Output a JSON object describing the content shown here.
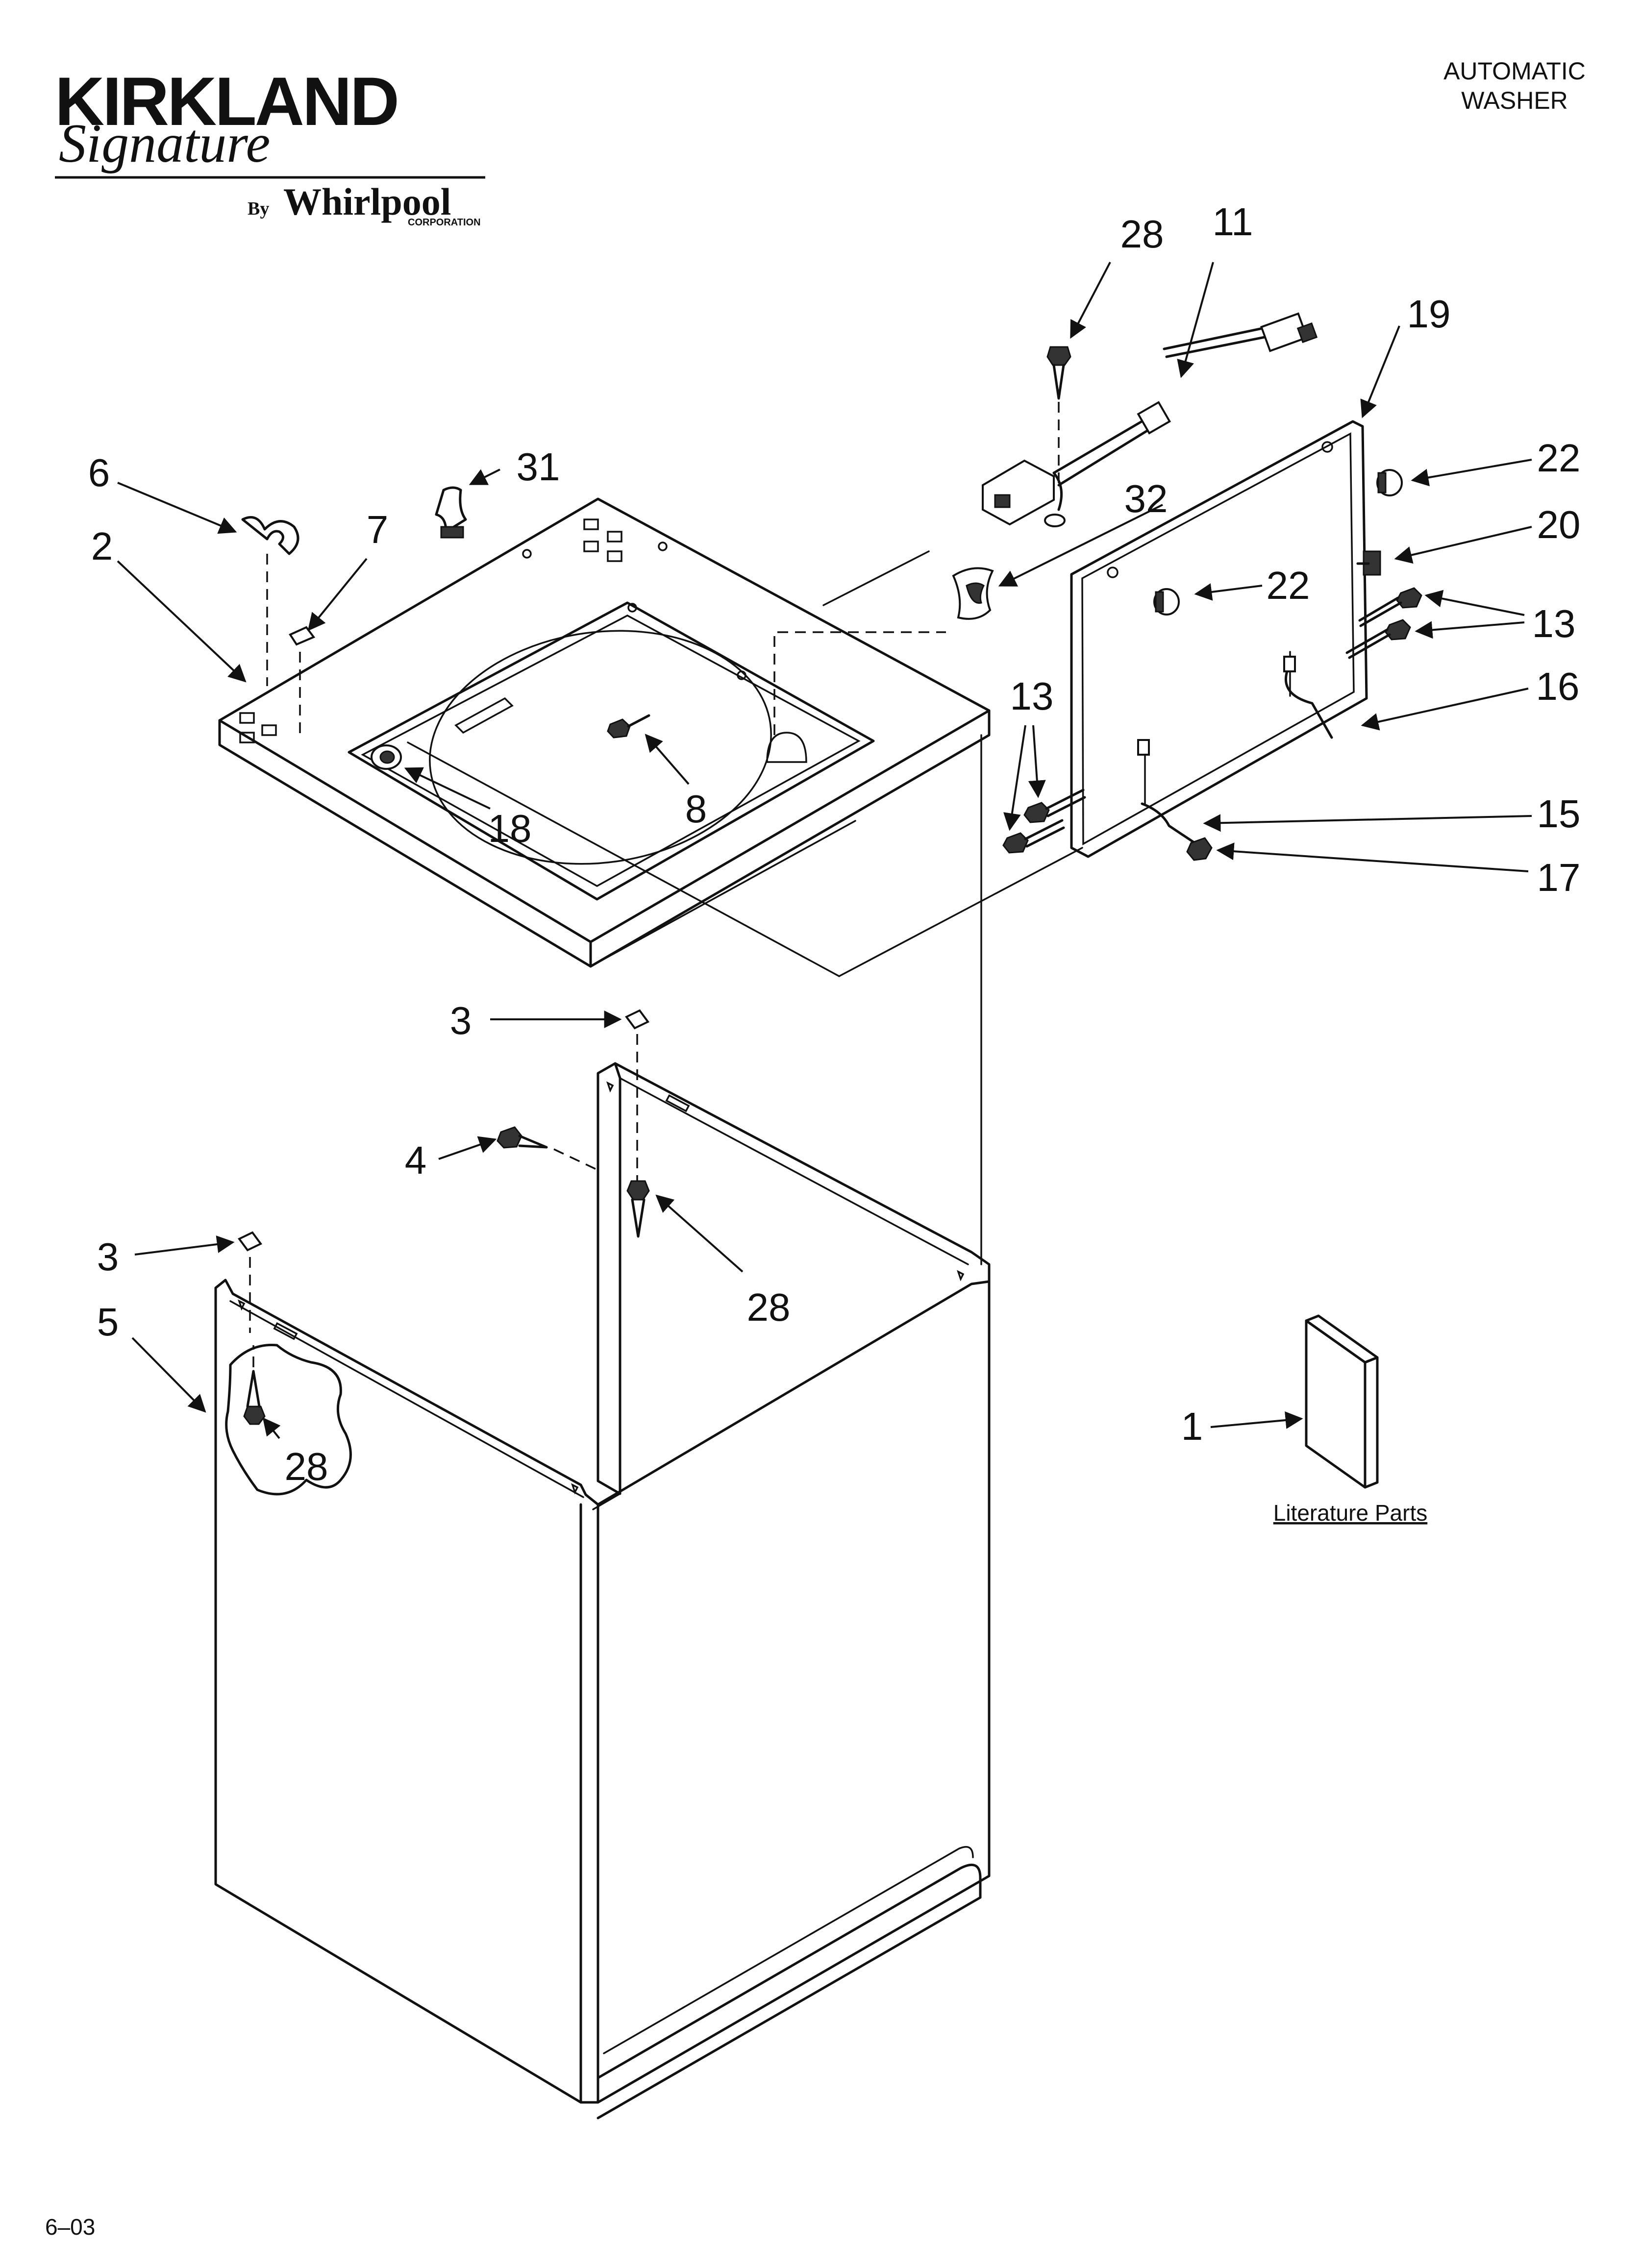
{
  "header": {
    "brand": "KIRKLAND",
    "brand_script": "Signature",
    "by": "By",
    "maker": "Whirlpool",
    "maker_sub": "CORPORATION",
    "doc_title_line1": "AUTOMATIC",
    "doc_title_line2": "WASHER"
  },
  "callouts": {
    "c28_top": "28",
    "c11": "11",
    "c19": "19",
    "c22_right": "22",
    "c20": "20",
    "c6": "6",
    "c31": "31",
    "c2": "2",
    "c7": "7",
    "c32": "32",
    "c22_mid": "22",
    "c13_right": "13",
    "c16": "16",
    "c13_left": "13",
    "c8": "8",
    "c18": "18",
    "c15": "15",
    "c17": "17",
    "c3_top": "3",
    "c4": "4",
    "c28_mid": "28",
    "c3_left": "3",
    "c5": "5",
    "c28_low": "28",
    "c1": "1"
  },
  "literature_label": "Literature Parts",
  "footer": "6–03"
}
